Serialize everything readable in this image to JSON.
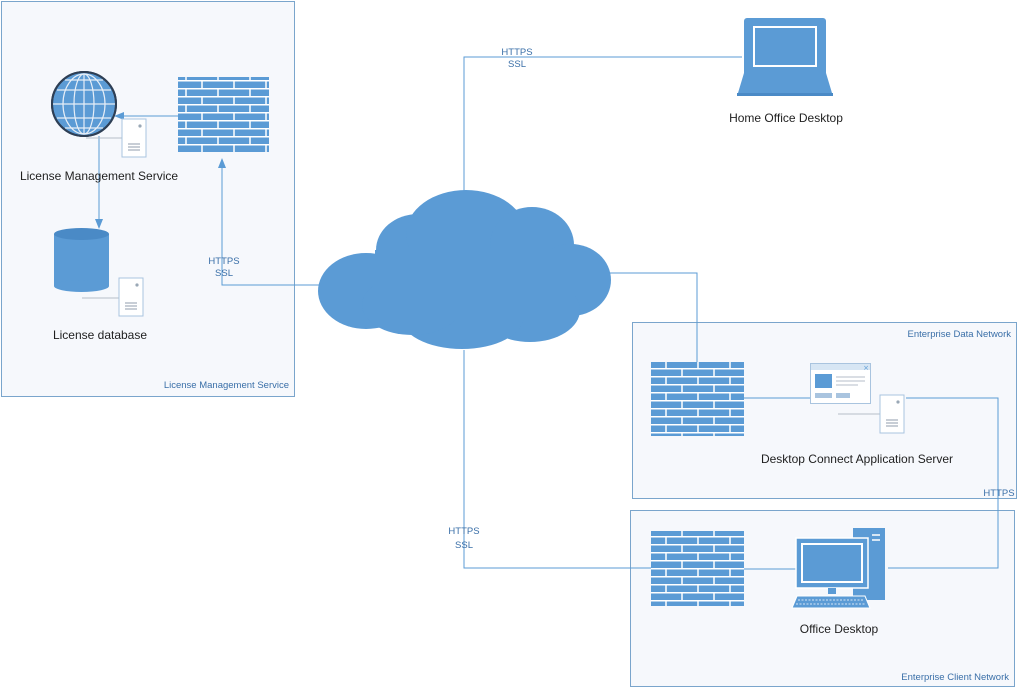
{
  "groups": {
    "license_service": "License Management Service",
    "data_network": "Enterprise Data  Network",
    "client_network": "Enterprise Client  Network"
  },
  "nodes": {
    "license_mgmt_service": "License Management Service",
    "license_database": "License database",
    "home_office_desktop": "Home Office Desktop",
    "desktop_connect_server": "Desktop Connect Application Server",
    "office_desktop": "Office Desktop"
  },
  "connections": {
    "home_office": {
      "line1": "HTTPS",
      "line2": "SSL"
    },
    "license_firewall": {
      "line1": "HTTPS",
      "line2": "SSL"
    },
    "client_network": {
      "line1": "HTTPS",
      "line2": "SSL"
    },
    "server_to_desktop": "HTTPS"
  },
  "colors": {
    "accent": "#5b9bd5",
    "border": "#7aa5cc",
    "group_fill": "#f6f8fc",
    "line": "#5b9bd5",
    "dark": "#2e6aa3"
  },
  "icons": [
    "globe-icon",
    "firewall-icon",
    "database-icon",
    "server-icon",
    "cloud-icon",
    "laptop-icon",
    "desktop-computer-icon",
    "application-window-icon"
  ]
}
